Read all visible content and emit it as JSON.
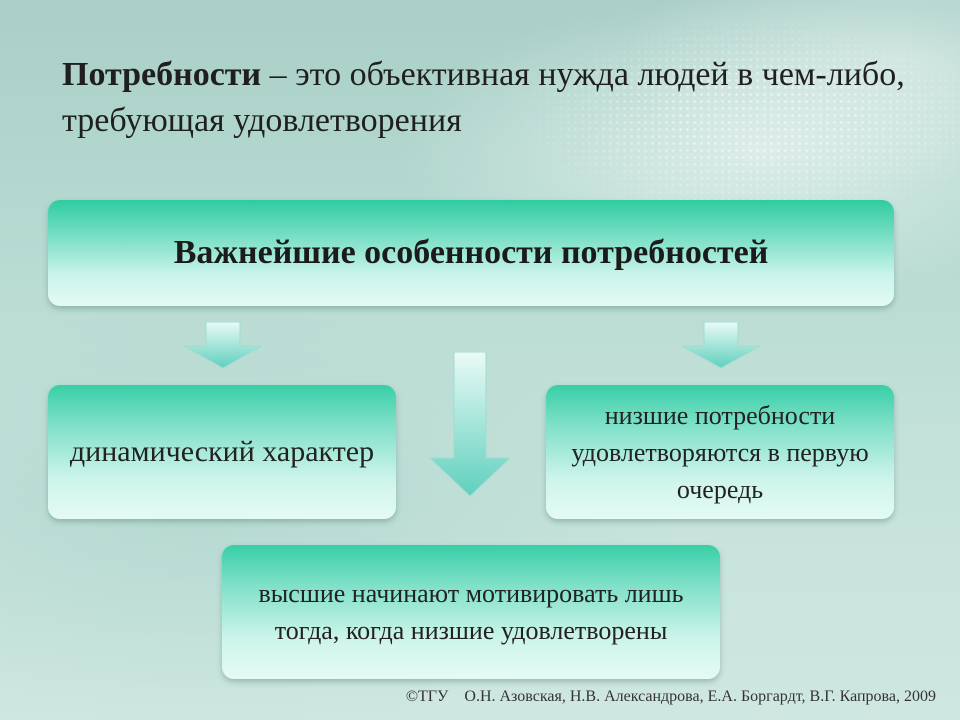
{
  "title": {
    "term": "Потребности",
    "definition": " – это объективная нужда людей в чем-либо, требующая удовлетворения"
  },
  "diagram": {
    "main_box": "Важнейшие особенности потребностей",
    "left_box": "динамический характер",
    "right_box": "низшие потребности удовлетворяются в первую очередь",
    "bottom_box": "высшие начинают мотивировать лишь тогда, когда низшие удовлетворены"
  },
  "footer": {
    "org": "©ТГУ",
    "authors": "О.Н. Азовская, Н.В. Александрова, Е.А. Боргардт, В.Г. Капрова, 2009"
  },
  "colors": {
    "box_top": "#2fcca0",
    "box_bottom": "#e4faf5",
    "arrow": "#7fdccb",
    "background": "#b4d9d0"
  }
}
